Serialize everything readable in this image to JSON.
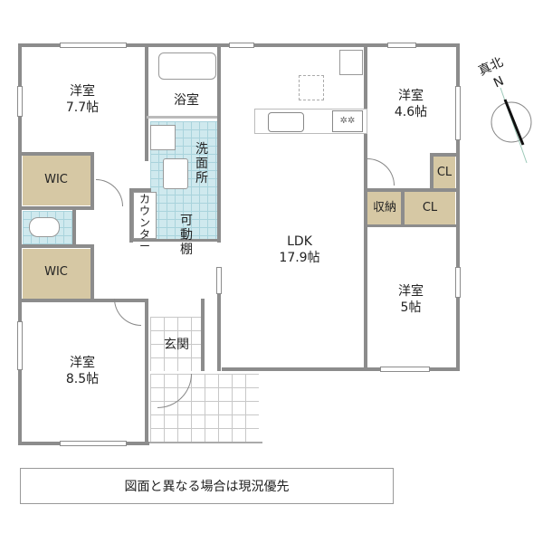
{
  "rooms": {
    "western_room_1": {
      "name": "洋室",
      "size": "7.7帖"
    },
    "bathroom": {
      "name": "浴室"
    },
    "washroom": {
      "name": "洗面所"
    },
    "wic_1": {
      "name": "WIC"
    },
    "wic_2": {
      "name": "WIC"
    },
    "counter": {
      "name": "カウンター"
    },
    "movable_shelf": {
      "name": "可動棚"
    },
    "ldk": {
      "name": "LDK",
      "size": "17.9帖"
    },
    "western_room_2": {
      "name": "洋室",
      "size": "4.6帖"
    },
    "closet_1": {
      "name": "CL"
    },
    "closet_2": {
      "name": "CL"
    },
    "storage": {
      "name": "収納"
    },
    "western_room_3": {
      "name": "洋室",
      "size": "5帖"
    },
    "entrance": {
      "name": "玄関"
    },
    "western_room_4": {
      "name": "洋室",
      "size": "8.5帖"
    }
  },
  "compass": {
    "label": "真北",
    "direction": "N"
  },
  "note": "図面と異なる場合は現況優先",
  "colors": {
    "wall": "#8c8c8c",
    "storage": "#d6c8a4",
    "wet_area": "#cfe9ee"
  }
}
